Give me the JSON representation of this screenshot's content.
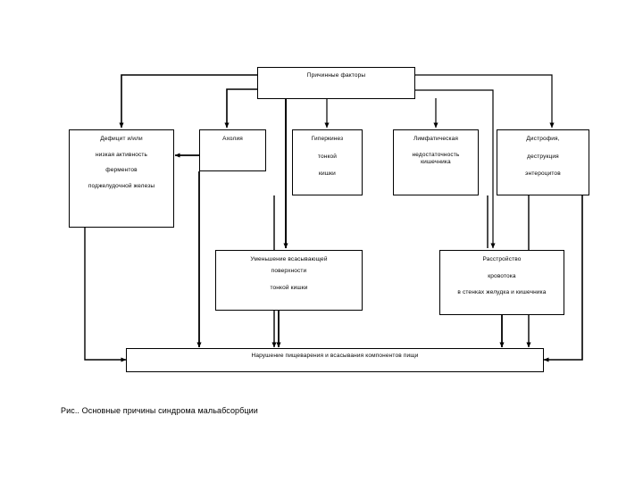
{
  "figure": {
    "caption": "Рис.. Основные причины синдрома мальабсорбции",
    "line_color": "#000000",
    "box_fill": "#ffffff",
    "background": "#ffffff"
  },
  "nodes": {
    "root": {
      "name": "Причинные факторы",
      "lines": [
        "Причинные факторы"
      ]
    },
    "enzyme_deficit": {
      "name": "Дефицит и/или низкая активность ферментов поджелудочной железы",
      "lines": [
        "Дефицит и/или",
        "низкая активность",
        "ферментов",
        "поджелудочной железы"
      ]
    },
    "acholia": {
      "name": "Ахолия",
      "lines": [
        "Ахолия"
      ]
    },
    "hyperkinesis": {
      "name": "Гиперкинез тонкой кишки",
      "lines": [
        "Гиперкинез",
        "тонкой",
        "кишки"
      ]
    },
    "lymphatic": {
      "name": "Лимфатическая недостаточность кишечника",
      "lines": [
        "Лимфатическая",
        "недостаточность",
        "кишечника"
      ]
    },
    "dystrophy": {
      "name": "Дистрофия, деструкция энтероцитов",
      "lines": [
        "Дистрофия,",
        "деструкция",
        "энтероцитов"
      ]
    },
    "surface_reduction": {
      "name": "Уменьшение всасывающей поверхности тонкой кишки",
      "lines": [
        "Уменьшение всасывающей",
        "поверхности",
        "тонкой кишки"
      ]
    },
    "blood_flow": {
      "name": "Расстройство кровотока в стенках желудка и кишечника",
      "lines": [
        "Расстройство",
        "кровотока",
        "в стенках желудка и кишечника"
      ]
    },
    "outcome": {
      "name": "Нарушение пищеварения и всасывания компонентов пищи",
      "lines": [
        "Нарушение пищеварения и всасывания компонентов пищи"
      ]
    }
  }
}
